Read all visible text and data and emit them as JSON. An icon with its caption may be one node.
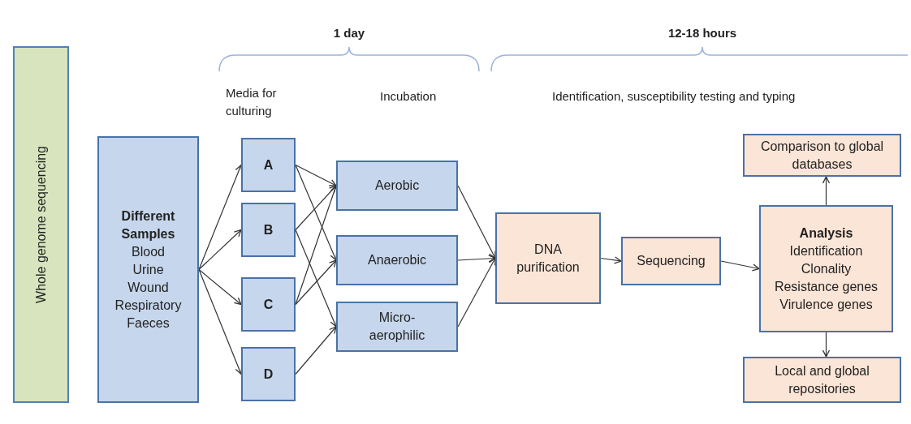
{
  "diagram": {
    "nodes": [
      {
        "text": [
          "Whole genome sequencing"
        ]
      },
      {
        "text": [
          "Different Samples",
          "Blood",
          "Urine",
          "Wound",
          "Respiratory",
          "Faeces"
        ]
      },
      {
        "text": [
          "A"
        ]
      },
      {
        "text": [
          "B"
        ]
      },
      {
        "text": [
          "C"
        ]
      },
      {
        "text": [
          "D"
        ]
      },
      {
        "text": [
          "Aerobic"
        ]
      },
      {
        "text": [
          "Anaerobic"
        ]
      },
      {
        "text": [
          "Micro- aerophilic"
        ]
      },
      {
        "text": [
          "DNA purification"
        ]
      },
      {
        "text": [
          "Sequencing"
        ]
      },
      {
        "text": [
          "Analysis",
          "Identification",
          "Clonality",
          "Resistance genes",
          "Virulence genes"
        ]
      },
      {
        "text": [
          "Comparison to global databases"
        ]
      },
      {
        "text": [
          "Local and global repositories"
        ]
      }
    ],
    "edges": [
      {
        "from": 1,
        "to": 2,
        "arrow": "to"
      },
      {
        "from": 1,
        "to": 3,
        "arrow": "to"
      },
      {
        "from": 1,
        "to": 4,
        "arrow": "to"
      },
      {
        "from": 1,
        "to": 5,
        "arrow": "to"
      },
      {
        "from": 2,
        "to": 6,
        "arrow": "to"
      },
      {
        "from": 2,
        "to": 7,
        "arrow": "to"
      },
      {
        "from": 3,
        "to": 6,
        "arrow": "to"
      },
      {
        "from": 3,
        "to": 8,
        "arrow": "to"
      },
      {
        "from": 4,
        "to": 6,
        "arrow": "to"
      },
      {
        "from": 4,
        "to": 7,
        "arrow": "to"
      },
      {
        "from": 5,
        "to": 8,
        "arrow": "to"
      },
      {
        "from": 6,
        "to": 9,
        "arrow": "to"
      },
      {
        "from": 7,
        "to": 9,
        "arrow": "to"
      },
      {
        "from": 8,
        "to": 9,
        "arrow": "to"
      },
      {
        "from": 9,
        "to": 10,
        "arrow": "to"
      },
      {
        "from": 10,
        "to": 11,
        "arrow": "to"
      },
      {
        "from": 11,
        "to": 12,
        "arrow": "to"
      },
      {
        "from": 11,
        "to": 13,
        "arrow": "to"
      }
    ],
    "labels": [
      "1 day",
      "12-18 hours",
      "Media for culturing",
      "Incubation",
      "Identification, susceptibility testing and typing"
    ]
  }
}
